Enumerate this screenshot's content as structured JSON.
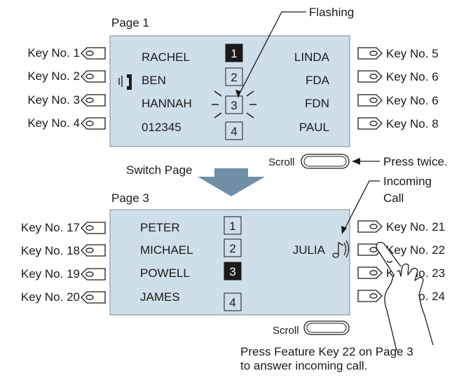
{
  "annotations": {
    "flashing": "Flashing",
    "press_twice": "Press twice.",
    "incoming_line1": "Incoming",
    "incoming_line2": "Call",
    "switch_page": "Switch Page",
    "instruction_line1": "Press Feature Key 22 on Page 3",
    "instruction_line2": "to answer incoming call."
  },
  "page1": {
    "title": "Page 1",
    "scroll_label": "Scroll",
    "left_keys": [
      "Key No. 1",
      "Key No. 2",
      "Key No. 3",
      "Key No. 4"
    ],
    "right_keys": [
      "Key No. 5",
      "Key No. 6",
      "Key No. 6",
      "Key No. 8"
    ],
    "left_names": [
      "RACHEL",
      "BEN",
      "HANNAH",
      "012345"
    ],
    "right_names": [
      "LINDA",
      "FDA",
      "FDN",
      "PAUL"
    ],
    "page_numbers": [
      "1",
      "2",
      "3",
      "4"
    ],
    "highlighted_page": "1"
  },
  "page3": {
    "title": "Page 3",
    "scroll_label": "Scroll",
    "left_keys": [
      "Key No. 17",
      "Key No. 18",
      "Key No. 19",
      "Key No. 20"
    ],
    "right_keys": [
      "Key No. 21",
      "Key No. 22",
      "Key No. 23",
      "Key No. 24"
    ],
    "left_names": [
      "PETER",
      "MICHAEL",
      "POWELL",
      "JAMES"
    ],
    "right_names": [
      "",
      "JULIA",
      "",
      ""
    ],
    "page_numbers": [
      "1",
      "2",
      "3",
      "4"
    ],
    "highlighted_page": "3"
  },
  "colors": {
    "lcd": "#cfdfe9",
    "arrow": "#6f8fa6",
    "highlight": "#1a1a1a"
  }
}
